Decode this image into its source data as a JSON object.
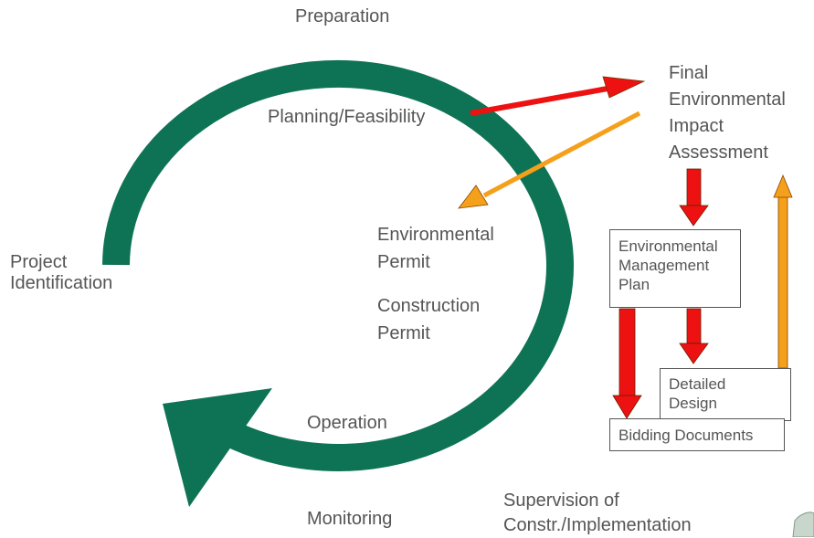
{
  "colors": {
    "cycle": "#0e7355",
    "red_arrow": "#ee1111",
    "orange_arrow": "#f5a01a",
    "text": "#555555",
    "box_border": "#555555"
  },
  "labels": {
    "preparation": "Preparation",
    "planning": "Planning/Feasibility",
    "project_identification": [
      "Project",
      "Identification"
    ],
    "final_eia": [
      "Final",
      "Environmental",
      "Impact",
      "Assessment"
    ],
    "environmental_permit": [
      "Environmental",
      "Permit"
    ],
    "construction_permit": [
      "Construction",
      "Permit"
    ],
    "operation": "Operation",
    "monitoring": "Monitoring",
    "supervision": [
      "Supervision of",
      "Constr./Implementation"
    ]
  },
  "boxes": {
    "emp": [
      "Environmental",
      "Management",
      "Plan"
    ],
    "detailed_design": [
      "Detailed",
      "Design"
    ],
    "bidding_documents": "Bidding Documents"
  }
}
